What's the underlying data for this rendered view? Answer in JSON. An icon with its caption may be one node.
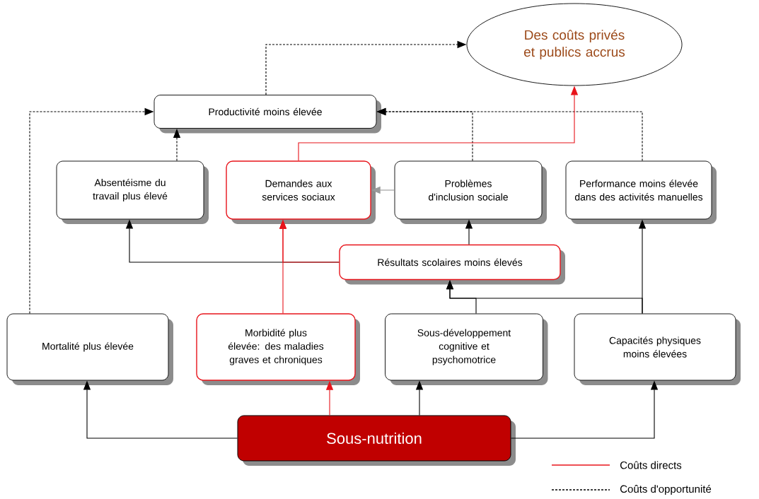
{
  "diagram": {
    "nodes": [
      {
        "text": [
          "Des coûts privés et publics accrus"
        ]
      },
      {
        "text": [
          "Productivité moins élevée"
        ]
      },
      {
        "text": [
          "Absentéisme du travail plus élevé"
        ]
      },
      {
        "text": [
          "Demandes aux services sociaux"
        ]
      },
      {
        "text": [
          "Problèmes d'inclusion sociale"
        ]
      },
      {
        "text": [
          "Performance moins élevée dans des activités manuelles"
        ]
      },
      {
        "text": [
          "Résultats scolaires moins élevés"
        ]
      },
      {
        "text": [
          "Mortalité plus élevée"
        ]
      },
      {
        "text": [
          "Morbidité plus élevée: des maladies graves et chroniques"
        ]
      },
      {
        "text": [
          "Sous-développement cognitive et psychomotrice"
        ]
      },
      {
        "text": [
          "Capacités physiques moins élevées"
        ]
      },
      {
        "text": [
          "Sous-nutrition"
        ]
      }
    ],
    "edges": [
      {
        "from": 1,
        "to": 0,
        "arrow": "to",
        "style": "dashed"
      },
      {
        "from": 7,
        "to": 1,
        "arrow": "to",
        "style": "dashed"
      },
      {
        "from": 2,
        "to": 1,
        "arrow": "to",
        "style": "dashed"
      },
      {
        "from": 4,
        "to": 1,
        "arrow": "to",
        "style": "dashed"
      },
      {
        "from": 5,
        "to": 1,
        "arrow": "to",
        "style": "dashed"
      },
      {
        "from": 6,
        "to": 2,
        "arrow": "to"
      },
      {
        "from": 3,
        "to": 0,
        "arrow": "to",
        "color": "#e8141b"
      },
      {
        "from": 4,
        "to": 3,
        "arrow": "to",
        "color": "#999999"
      },
      {
        "from": 8,
        "to": 3,
        "arrow": "to",
        "color": "#e8141b"
      },
      {
        "from": 6,
        "to": 3,
        "arrow": "to",
        "color": "#e8141b"
      },
      {
        "from": 6,
        "to": 4,
        "arrow": "to"
      },
      {
        "from": 9,
        "to": 6,
        "arrow": "to"
      },
      {
        "from": 10,
        "to": 6,
        "arrow": "to"
      },
      {
        "from": 10,
        "to": 5,
        "arrow": "to"
      },
      {
        "from": 11,
        "to": 7,
        "arrow": "to"
      },
      {
        "from": 11,
        "to": 8,
        "arrow": "to",
        "color": "#e8141b"
      },
      {
        "from": 11,
        "to": 9,
        "arrow": "to"
      },
      {
        "from": 11,
        "to": 10,
        "arrow": "to"
      }
    ],
    "legend": [
      {
        "text": "Coûts directs"
      },
      {
        "text": "Coûts d'opportunité"
      }
    ]
  }
}
